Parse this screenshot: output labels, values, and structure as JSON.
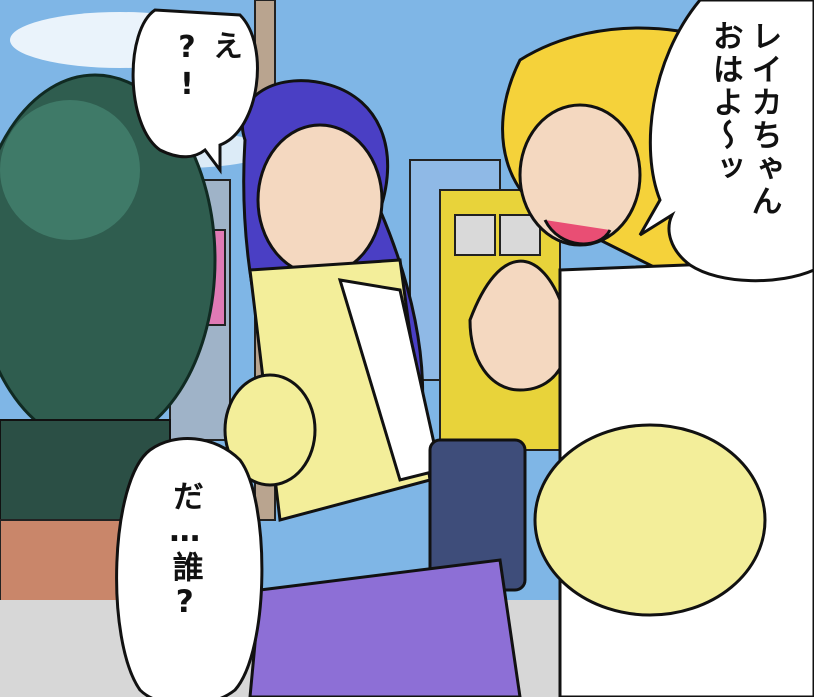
{
  "bubbles": {
    "top_left": {
      "lines": [
        "え",
        "?!"
      ]
    },
    "top_right": {
      "lines": [
        "レイカちゃん",
        "おはよ～ッ"
      ]
    },
    "bottom_left": {
      "lines": [
        "だ…誰?"
      ]
    }
  },
  "colors": {
    "sky": "#7fb6e6",
    "cardigan": "#f3ee9a",
    "skirt": "#8d6fd6",
    "dark_hair": "#4a3fc4",
    "blonde_hair": "#f5d23a",
    "tree": "#2f5d4f",
    "sign_pink": "#e07ab5",
    "building_yellow": "#e8d33a",
    "wall_brick": "#c9866a"
  }
}
